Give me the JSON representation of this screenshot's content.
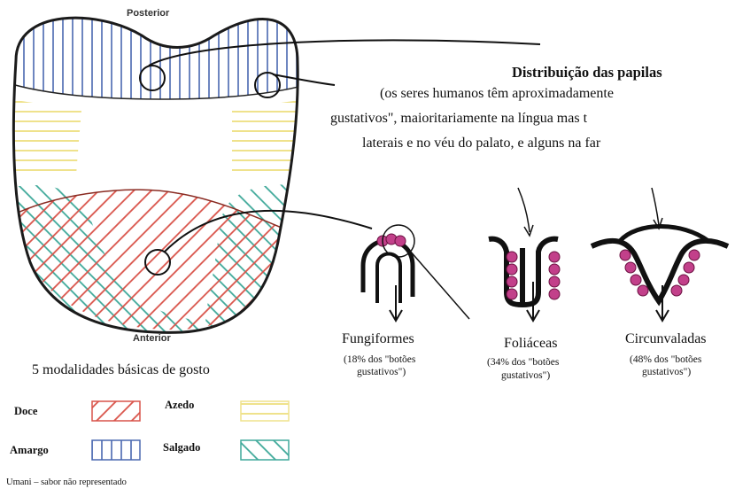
{
  "tongue": {
    "posterior_label": "Posterior",
    "anterior_label": "Anterior"
  },
  "distribution": {
    "title": "Distribuição das papilas",
    "lines": [
      "(os seres humanos têm aproximadamente",
      "gustativos\", maioritariamente na língua mas t",
      "laterais e no véu do palato, e alguns na far"
    ]
  },
  "papillae": [
    {
      "name": "Fungiformes",
      "pct_line1": "(18% dos \"botões",
      "pct_line2": "gustativos\")"
    },
    {
      "name": "Foliáceas",
      "pct_line1": "(34% dos \"botões",
      "pct_line2": "gustativos\")"
    },
    {
      "name": "Circunvaladas",
      "pct_line1": "(48% dos \"botões",
      "pct_line2": "gustativos\")"
    }
  ],
  "legend": {
    "title": "5 modalidades básicas de gosto",
    "items": [
      {
        "label": "Doce",
        "color": "#d9534a",
        "pattern": "diagonal"
      },
      {
        "label": "Azedo",
        "color": "#f0e79a",
        "pattern": "horizontal"
      },
      {
        "label": "Amargo",
        "color": "#4a68b0",
        "pattern": "vertical"
      },
      {
        "label": "Salgado",
        "color": "#3fa99a",
        "pattern": "backdiagonal"
      }
    ],
    "note": "Umani – sabor não representado"
  },
  "colors": {
    "sweet": "#d9534a",
    "sour": "#f0e79a",
    "bitter": "#4a68b0",
    "salty": "#3fa99a",
    "papilla": "#c2408a"
  }
}
